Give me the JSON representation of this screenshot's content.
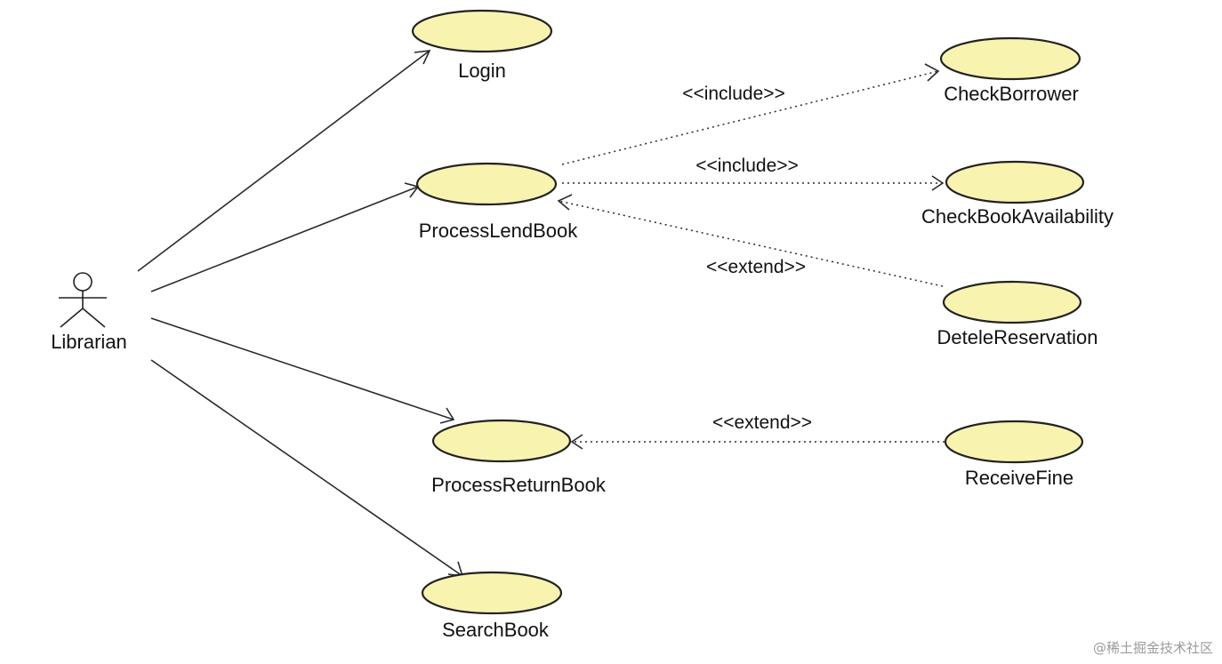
{
  "actor": {
    "name": "Librarian"
  },
  "use_cases": {
    "login": "Login",
    "process_lend_book": "ProcessLendBook",
    "process_return_book": "ProcessReturnBook",
    "search_book": "SearchBook",
    "check_borrower": "CheckBorrower",
    "check_book_availability": "CheckBookAvailability",
    "detele_reservation": "DeteleReservation",
    "receive_fine": "ReceiveFine"
  },
  "relationships": {
    "include_1": "<<include>>",
    "include_2": "<<include>>",
    "extend_1": "<<extend>>",
    "extend_2": "<<extend>>"
  },
  "watermark": "@稀土掘金技术社区",
  "colors": {
    "use_case_fill": "#f8f4b0",
    "outline": "#222222"
  }
}
